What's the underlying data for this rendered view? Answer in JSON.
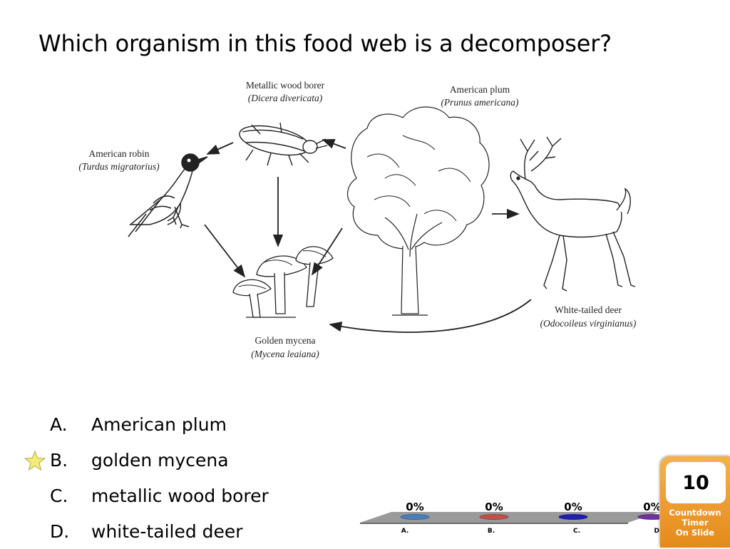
{
  "question": "Which organism in this food web is a decomposer?",
  "diagram": {
    "robin": {
      "name": "American robin",
      "sci": "(Turdus migratorius)"
    },
    "borer": {
      "name": "Metallic wood borer",
      "sci": "(Dicera divericata)"
    },
    "plum": {
      "name": "American plum",
      "sci": "(Prunus americana)"
    },
    "deer": {
      "name": "White-tailed deer",
      "sci": "(Odocoileus virginianus)"
    },
    "mycena": {
      "name": "Golden mycena",
      "sci": "(Mycena leaiana)"
    }
  },
  "answers": [
    {
      "letter": "A.",
      "text": "American plum",
      "correct": false
    },
    {
      "letter": "B.",
      "text": "golden mycena",
      "correct": true
    },
    {
      "letter": "C.",
      "text": "metallic wood borer",
      "correct": false
    },
    {
      "letter": "D.",
      "text": "white-tailed deer",
      "correct": false
    }
  ],
  "poll": {
    "options": [
      {
        "label": "A.",
        "percent": "0%",
        "color": "#4a7ebb"
      },
      {
        "label": "B.",
        "percent": "0%",
        "color": "#c0504d"
      },
      {
        "label": "C.",
        "percent": "0%",
        "color": "#1f1fb4"
      },
      {
        "label": "D.",
        "percent": "0%",
        "color": "#7030a0"
      }
    ]
  },
  "timer": {
    "value": "10",
    "line1": "Countdown",
    "line2": "Timer",
    "line3": "On Slide"
  },
  "icons": {
    "correct_marker": "star-icon"
  }
}
